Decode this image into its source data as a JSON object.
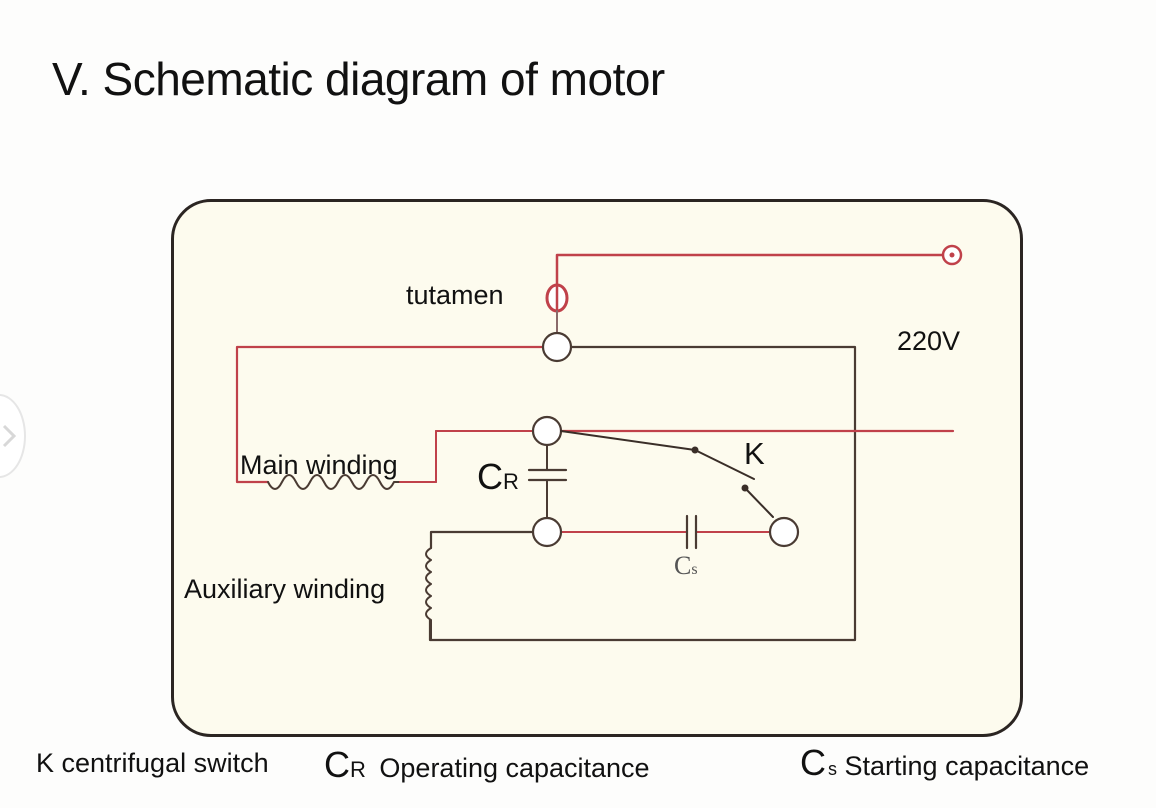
{
  "page": {
    "title": "V. Schematic diagram of motor"
  },
  "navigation": {
    "previous_icon": "chevron-left-icon"
  },
  "diagram": {
    "labels": {
      "tutamen": "tutamen",
      "voltage": "220V",
      "main_winding": "Main winding",
      "auxiliary_winding": "Auxiliary winding",
      "switch": "K",
      "run_cap_letter": "C",
      "run_cap_sub": "R",
      "start_cap_letter": "C",
      "start_cap_sub": "s"
    },
    "colors": {
      "live_wire": "#c0414a",
      "neutral_wire": "#4a3b33",
      "panel_bg": "#fdfbee",
      "panel_border": "#2b2522"
    }
  },
  "legend": {
    "switch": "K centrifugal switch",
    "run_cap_letter": "C",
    "run_cap_sub": "R",
    "run_cap_desc": "Operating capacitance",
    "start_cap_letter": "C",
    "start_cap_sub": "s",
    "start_cap_desc": "Starting capacitance"
  }
}
